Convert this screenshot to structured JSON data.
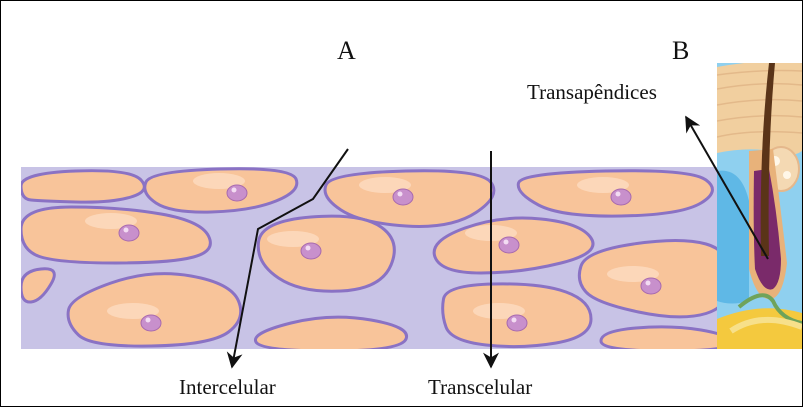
{
  "panels": {
    "a_label": "A",
    "b_label": "B"
  },
  "routes": {
    "intercellular": "Intercelular",
    "transcellular": "Transcelular",
    "transappendageal": "Transapêndices"
  },
  "colors": {
    "intercellular_space": "#c8c3e6",
    "membrane": "#8a72c4",
    "cell_fill": "#f8c49a",
    "cell_highlight": "#fde0c6",
    "nucleus": "#c890cc",
    "arrow": "#111111",
    "skin_epidermis": "#f1cf9f",
    "skin_dermis": "#8fd0ef",
    "follicle": "#7a2a6a",
    "hair_shaft": "#5a3418",
    "fat_layer": "#f4c93e"
  }
}
